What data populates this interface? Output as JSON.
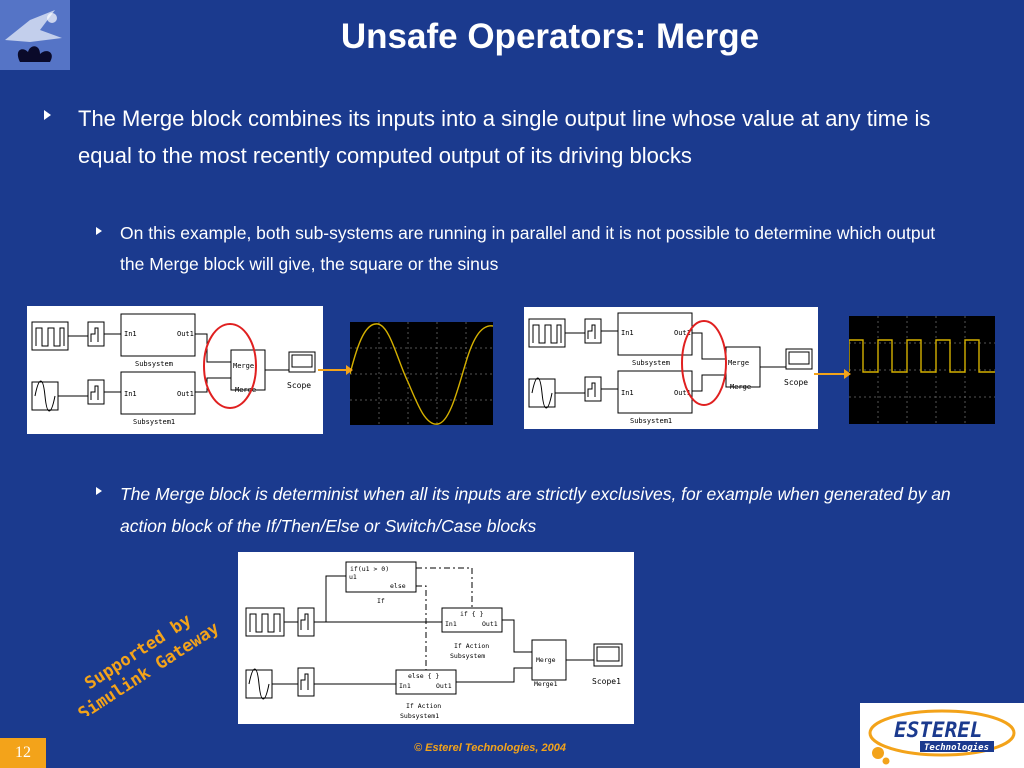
{
  "title": "Unsafe Operators: Merge",
  "bullets": {
    "main": "The Merge block combines its inputs into a single output line whose value at any time is equal to the most recently computed output of its driving blocks",
    "sub1": "On this example, both sub-systems are running in parallel and it is not possible to determine which output the Merge block will give, the square or the sinus",
    "sub2": "The Merge block is determinist when all its inputs are strictly exclusives, for example when  generated by an action block of the If/Then/Else or Switch/Case blocks"
  },
  "diagram_left": {
    "subsystem_in": "In1",
    "subsystem_out": "Out1",
    "subsystem_top": "Subsystem",
    "subsystem_bottom": "Subsystem1",
    "merge_in": "Merge",
    "merge_out": "Merge",
    "scope": "Scope"
  },
  "diagram_right": {
    "subsystem_in": "In1",
    "subsystem_out": "Out1",
    "subsystem_top": "Subsystem",
    "subsystem_bottom": "Subsystem1",
    "merge_in": "Merge",
    "merge_out": "Merge",
    "scope": "Scope"
  },
  "diagram_bottom": {
    "if_cond": "if(u1 > 0)",
    "if_u1": "u1",
    "if_else": "else",
    "if_label": "If",
    "ifaction_title": "if { }",
    "ifaction_in": "In1",
    "ifaction_out": "Out1",
    "ifaction_label1": "If Action",
    "ifaction_label2": "Subsystem",
    "elseaction_title": "else { }",
    "elseaction_in": "In1",
    "elseaction_out": "Out1",
    "elseaction_label1": "If Action",
    "elseaction_label2": "Subsystem1",
    "merge_in": "Merge",
    "merge_out": "Merge1",
    "scope": "Scope1"
  },
  "stamp": {
    "line1": "Supported by",
    "line2": "Simulink Gateway"
  },
  "footer": {
    "page_number": "12",
    "copyright": "© Esterel Technologies, 2004"
  },
  "logo": {
    "line1": "ESTEREL",
    "line2": "Technologies"
  },
  "colors": {
    "background": "#1b3a8e",
    "accent": "#f3a31a",
    "highlight_circle": "#e02020",
    "signal": "#d4b000"
  }
}
